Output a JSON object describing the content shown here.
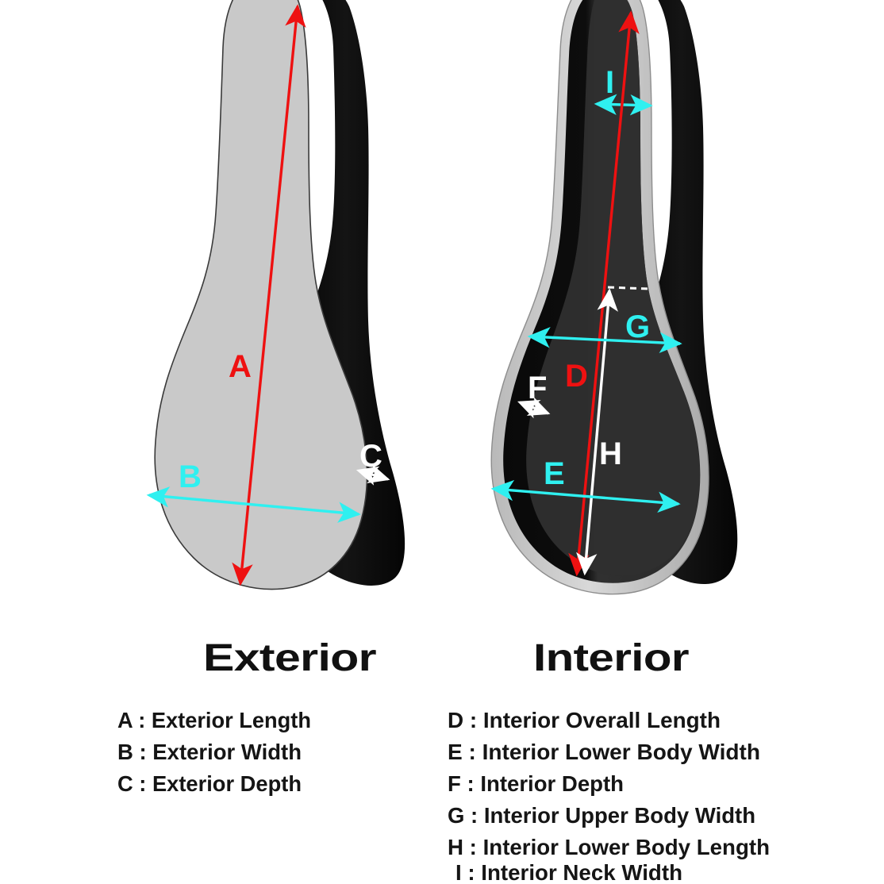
{
  "figure": {
    "kind": "guitar-case-measurement-diagram",
    "background": "#ffffff"
  },
  "colors": {
    "red": "#ee1111",
    "cyan": "#2ff0f0",
    "white": "#ffffff",
    "case_face_gray": "#c9c9c9",
    "case_shell_black": "#0b0b0b",
    "interior_rim_gray": "#c6c6c6",
    "interior_dark": "#111111",
    "interior_panel": "#2b2b2b",
    "text_black": "#151515"
  },
  "panels": [
    {
      "id": "exterior",
      "title": "Exterior",
      "markers": [
        {
          "key": "A",
          "color": "red",
          "label": "A"
        },
        {
          "key": "B",
          "color": "cyan",
          "label": "B"
        },
        {
          "key": "C",
          "color": "white",
          "label": "C"
        }
      ],
      "legend": [
        {
          "key": "A",
          "separator": ":",
          "text": "Exterior Length",
          "line": "A : Exterior Length"
        },
        {
          "key": "B",
          "separator": ":",
          "text": "Exterior Width",
          "line": "B : Exterior Width"
        },
        {
          "key": "C",
          "separator": ":",
          "text": "Exterior Depth",
          "line": "C : Exterior Depth"
        }
      ]
    },
    {
      "id": "interior",
      "title": "Interior",
      "markers": [
        {
          "key": "D",
          "color": "red",
          "label": "D"
        },
        {
          "key": "E",
          "color": "cyan",
          "label": "E"
        },
        {
          "key": "F",
          "color": "white",
          "label": "F"
        },
        {
          "key": "G",
          "color": "cyan",
          "label": "G"
        },
        {
          "key": "H",
          "color": "white",
          "label": "H"
        },
        {
          "key": "I",
          "color": "cyan",
          "label": "I"
        }
      ],
      "legend": [
        {
          "key": "D",
          "separator": ":",
          "text": "Interior Overall Length",
          "line": "D : Interior Overall Length"
        },
        {
          "key": "E",
          "separator": ":",
          "text": "Interior Lower Body Width",
          "line": "E : Interior Lower Body Width"
        },
        {
          "key": "F",
          "separator": ":",
          "text": "Interior Depth",
          "line": "F : Interior Depth"
        },
        {
          "key": "G",
          "separator": ":",
          "text": "Interior Upper Body Width",
          "line": "G : Interior Upper Body Width"
        },
        {
          "key": "H",
          "separator": ":",
          "text": "Interior Lower Body Length",
          "line": "H : Interior Lower Body Length"
        },
        {
          "key": "I",
          "separator": ":",
          "text": "Interior Neck Width",
          "line": "I : Interior Neck Width"
        }
      ]
    }
  ]
}
